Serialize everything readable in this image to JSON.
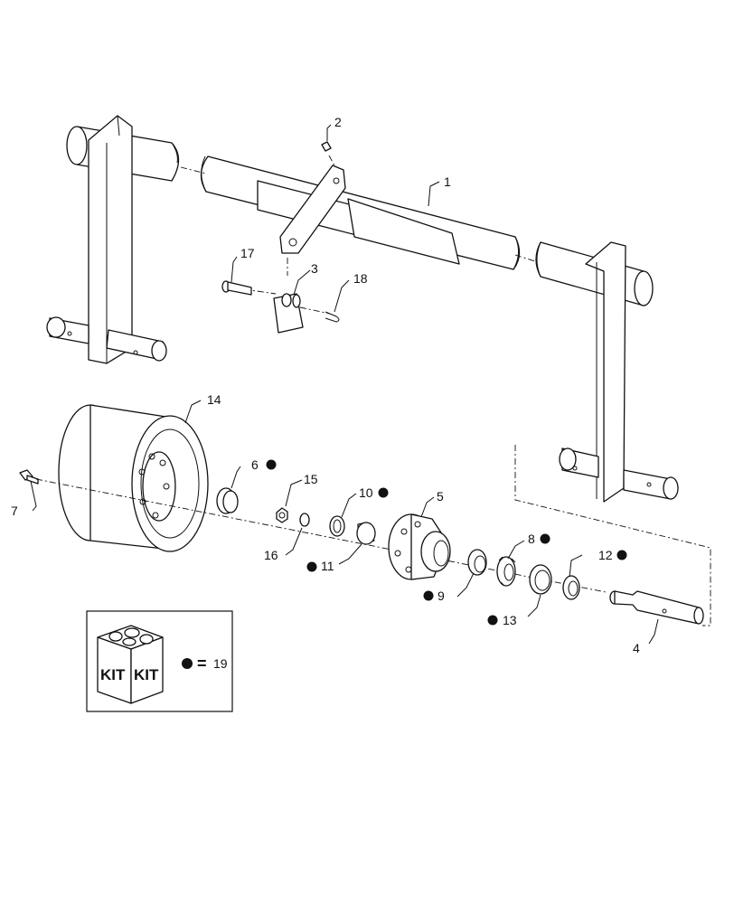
{
  "diagram": {
    "callouts": {
      "c1": "1",
      "c2": "2",
      "c3": "3",
      "c4": "4",
      "c5": "5",
      "c6": "6",
      "c7": "7",
      "c8": "8",
      "c9": "9",
      "c10": "10",
      "c11": "11",
      "c12": "12",
      "c13": "13",
      "c14": "14",
      "c15": "15",
      "c16": "16",
      "c17": "17",
      "c18": "18"
    },
    "legend": {
      "kit_word": "KIT",
      "equals": "=",
      "kit_number": "19"
    }
  }
}
